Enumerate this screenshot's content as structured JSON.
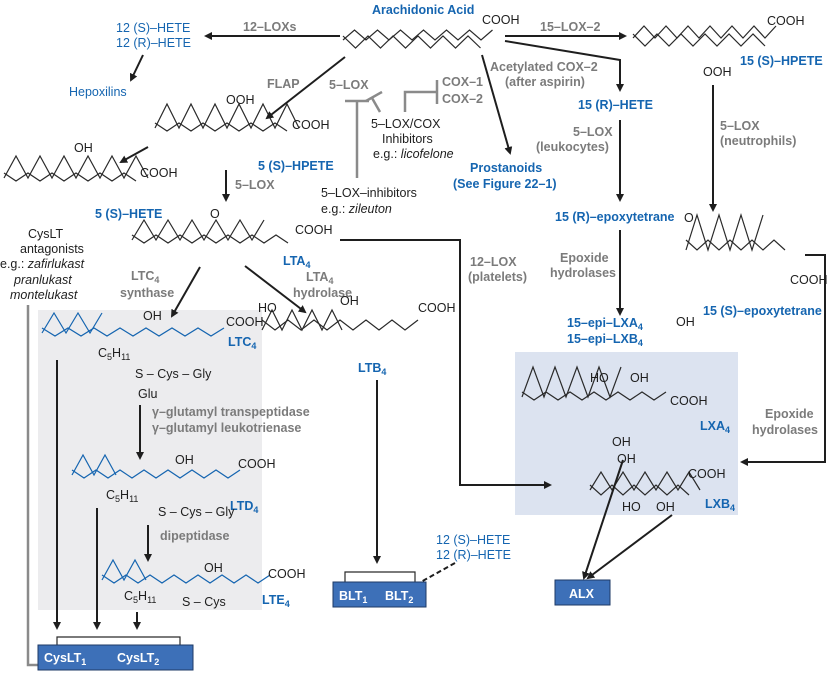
{
  "colors": {
    "blue": "#1565b0",
    "gray": "#7b7b7b",
    "gray_box": "#ececee",
    "lx_box": "#dce3f0",
    "receptor": "#3d70b8"
  },
  "aa": {
    "title": "Arachidonic Acid",
    "cooh": "COOH"
  },
  "lox12": {
    "label": "12–LOXs",
    "hete_s": "12 (S)–HETE",
    "hete_r": "12 (R)–HETE",
    "hepoxilins": "Hepoxilins"
  },
  "lox15": {
    "label": "15–LOX–2",
    "cooh": "COOH",
    "ooh": "OOH",
    "hpete": "15 (S)–HPETE"
  },
  "acox": {
    "line1": "Acetylated COX–2",
    "line2": "(after aspirin)",
    "hete15r": "15 (R)–HETE"
  },
  "leuk": {
    "line1": "5–LOX",
    "line2": "(leukocytes)",
    "epoxy15r": "15 (R)–epoxytetrane"
  },
  "neut": {
    "line1": "5–LOX",
    "line2": "(neutrophils)"
  },
  "prost": {
    "line1": "Prostanoids",
    "line2": "(See Figure 22–1)"
  },
  "cox": {
    "cox1": "COX–1",
    "cox2": "COX–2"
  },
  "inhib": {
    "lox5": "5–LOX",
    "dual1": "5–LOX/COX",
    "dual2": "Inhibitors",
    "dual3_pre": "e.g.: ",
    "dual3_drug": "licofelone",
    "lox_inh1": "5–LOX–inhibitors",
    "lox_inh2_pre": "e.g.: ",
    "lox_inh2_drug": "zileuton"
  },
  "flap": "FLAP",
  "hpete5": {
    "ooh": "OOH",
    "cooh": "COOH",
    "label": "5 (S)–HPETE"
  },
  "hete5": {
    "oh": "OH",
    "cooh": "COOH",
    "label": "5 (S)–HETE"
  },
  "lox5_step": "5–LOX",
  "lta4": {
    "o": "O",
    "cooh": "COOH",
    "base": "LTA",
    "sub": "4"
  },
  "cyslt_ant": {
    "l1": "CysLT",
    "l2": "antagonists",
    "l3_pre": "e.g.: ",
    "l3": "zafirlukast",
    "l4": "pranlukast",
    "l5": "montelukast"
  },
  "ltc4syn": {
    "base": "LTC",
    "sub": "4",
    "l2": "synthase"
  },
  "lta4hyd": {
    "base": "LTA",
    "sub": "4",
    "l2": "hydrolase"
  },
  "ltc4": {
    "oh": "OH",
    "cooh": "COOH",
    "base": "LTC",
    "sub": "4",
    "c": "C",
    "c_sub": "5",
    "h": "H",
    "h_sub": "11",
    "sc": "S – Cys – Gly",
    "glu": "Glu"
  },
  "ggt": {
    "l1": "γ–glutamyl transpeptidase",
    "l2": "γ–glutamyl leukotrienase"
  },
  "ltd4": {
    "oh": "OH",
    "cooh": "COOH",
    "base": "LTD",
    "sub": "4",
    "c": "C",
    "c_sub": "5",
    "h": "H",
    "h_sub": "11",
    "sc": "S – Cys – Gly"
  },
  "dipep": "dipeptidase",
  "lte4": {
    "oh": "OH",
    "cooh": "COOH",
    "base": "LTE",
    "sub": "4",
    "c": "C",
    "c_sub": "5",
    "h": "H",
    "h_sub": "11",
    "sc": "S – Cys"
  },
  "ltb4": {
    "ho": "HO",
    "oh": "OH",
    "cooh": "COOH",
    "base": "LTB",
    "sub": "4"
  },
  "lox12p": {
    "l1": "12–LOX",
    "l2": "(platelets)"
  },
  "epox_mid": {
    "l1": "Epoxide",
    "l2": "hydrolases",
    "epi_a": "15–epi–LXA",
    "epi_b": "15–epi–LXB",
    "sub": "4"
  },
  "epoxy15s": {
    "o": "O",
    "cooh": "COOH",
    "oh": "OH",
    "label": "15 (S)–epoxytetrane"
  },
  "epox_right": {
    "l1": "Epoxide",
    "l2": "hydrolases"
  },
  "lxa4": {
    "ho": "HO",
    "oh": "OH",
    "cooh": "COOH",
    "oh2": "OH",
    "base": "LXA",
    "sub": "4"
  },
  "lxb4": {
    "oh": "OH",
    "cooh": "COOH",
    "ho": "HO",
    "oh2": "OH",
    "base": "LXB",
    "sub": "4"
  },
  "hete12b": {
    "s": "12 (S)–HETE",
    "r": "12 (R)–HETE"
  },
  "receptors": {
    "blt1": "BLT",
    "blt1_sub": "1",
    "blt2": "BLT",
    "blt2_sub": "2",
    "alx": "ALX",
    "cys1": "CysLT",
    "cys1_sub": "1",
    "cys2": "CysLT",
    "cys2_sub": "2"
  }
}
